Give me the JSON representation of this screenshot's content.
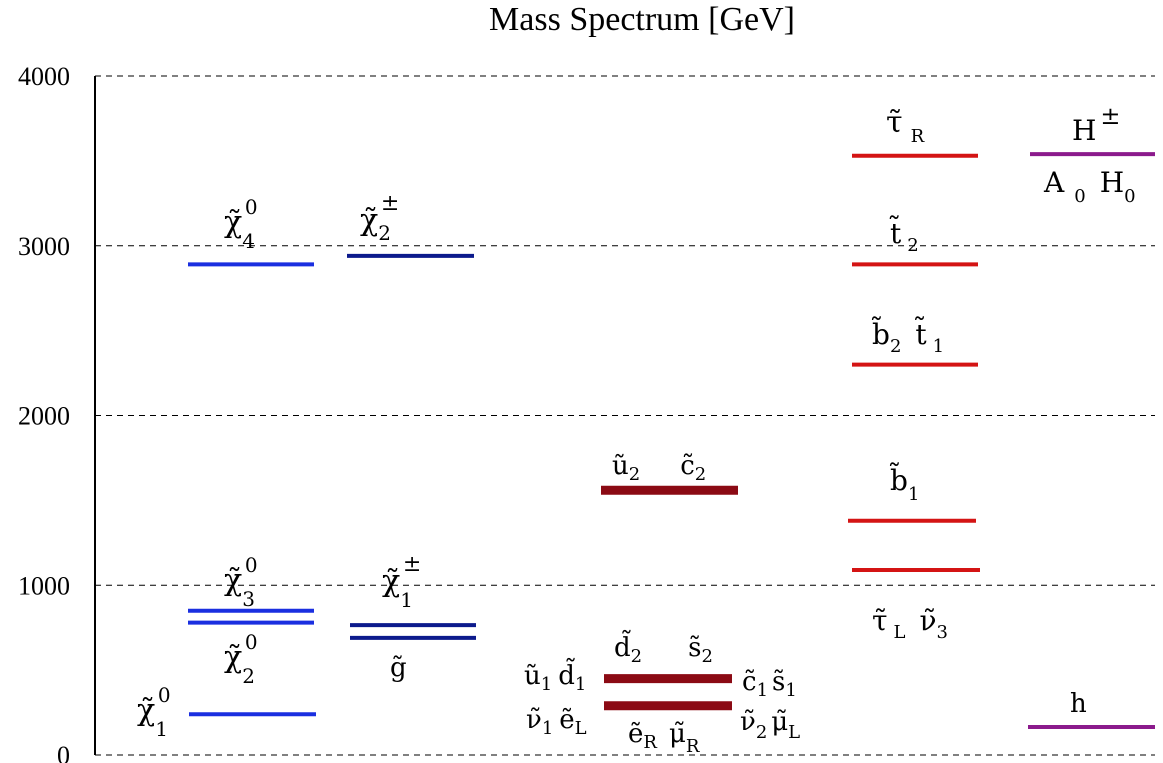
{
  "chart_data": {
    "type": "bar",
    "title": "Mass Spectrum [GeV]",
    "xlabel": "",
    "ylabel": "",
    "ylim": [
      0,
      4000
    ],
    "yticks": [
      "0",
      "1000",
      "2000",
      "3000",
      "4000"
    ],
    "grid": true,
    "colors": {
      "neutralino": "#1a2fe0",
      "chargino": "#0c1a8c",
      "squark": "#8b0a14",
      "heavy": "#d41414",
      "higgs": "#8b1a8c"
    },
    "levels": [
      {
        "name": "χ̃1⁰",
        "mass": 240,
        "group": "neutralino"
      },
      {
        "name": "χ̃2⁰",
        "mass": 780,
        "group": "neutralino"
      },
      {
        "name": "χ̃3⁰",
        "mass": 850,
        "group": "neutralino"
      },
      {
        "name": "χ̃4⁰",
        "mass": 2890,
        "group": "neutralino"
      },
      {
        "name": "g̃",
        "mass": 690,
        "group": "chargino"
      },
      {
        "name": "χ̃1±",
        "mass": 765,
        "group": "chargino"
      },
      {
        "name": "χ̃2±",
        "mass": 2940,
        "group": "chargino"
      },
      {
        "name": "ẽR μ̃R ν̃1 ẽL ν̃2 μ̃L",
        "mass": 290,
        "group": "squark"
      },
      {
        "name": "d̃2 s̃2 ũ1 d̃1 c̃1 s̃1",
        "mass": 450,
        "group": "squark"
      },
      {
        "name": "ũ2 c̃2",
        "mass": 1560,
        "group": "squark"
      },
      {
        "name": "τ̃L ν̃3",
        "mass": 1090,
        "group": "heavy"
      },
      {
        "name": "b̃1",
        "mass": 1380,
        "group": "heavy"
      },
      {
        "name": "b̃2 t̃1",
        "mass": 2300,
        "group": "heavy"
      },
      {
        "name": "t̃2",
        "mass": 2890,
        "group": "heavy"
      },
      {
        "name": "τ̃R",
        "mass": 3530,
        "group": "heavy"
      },
      {
        "name": "h",
        "mass": 165,
        "group": "higgs"
      },
      {
        "name": "H± A0 H0",
        "mass": 3540,
        "group": "higgs"
      }
    ]
  }
}
